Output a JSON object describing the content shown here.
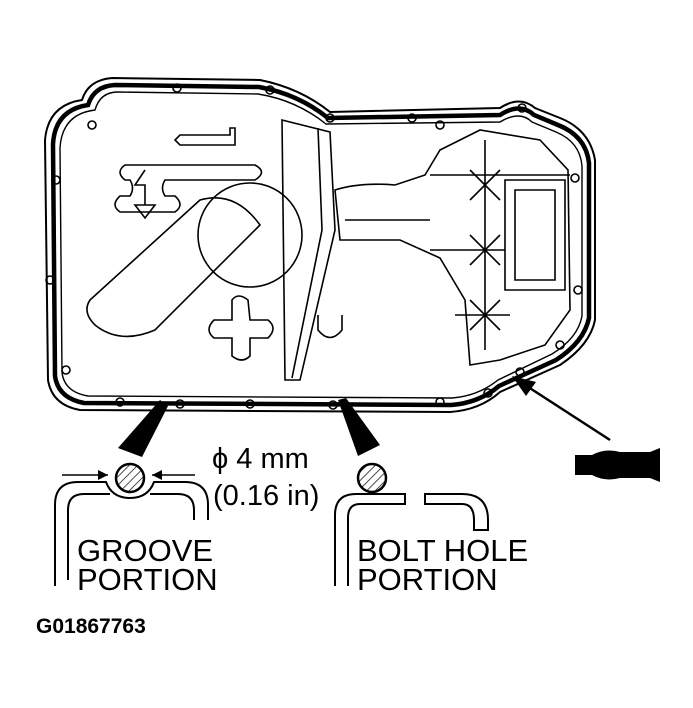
{
  "diagram": {
    "spec_line1": "ϕ 4 mm",
    "spec_line2": "(0.16 in)",
    "groove_label": [
      "GROOVE",
      "PORTION"
    ],
    "bolt_hole_label": [
      "BOLT HOLE",
      "PORTION"
    ],
    "figure_id": "G01867763"
  },
  "colors": {
    "ink": "#000000",
    "paper": "#ffffff"
  }
}
